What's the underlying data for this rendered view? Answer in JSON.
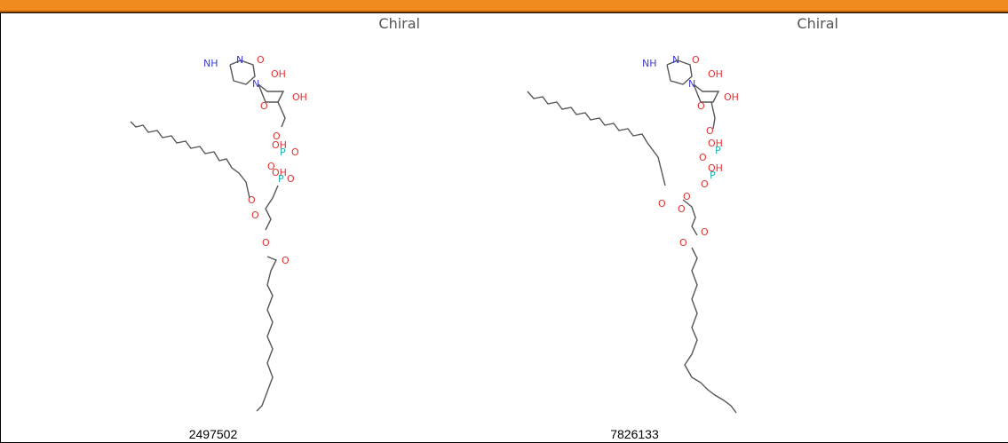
{
  "header": {
    "color": "#f08c1e"
  },
  "cells": [
    {
      "label": "Chiral",
      "id_text": "2497502"
    },
    {
      "label": "Chiral",
      "id_text": "7826133"
    },
    {
      "label": "",
      "id_text": ""
    }
  ],
  "colors": {
    "nitrogen": "#3b3bd8",
    "oxygen": "#e03131",
    "phosphorus": "#1fb2b2",
    "bond": "#555555"
  }
}
